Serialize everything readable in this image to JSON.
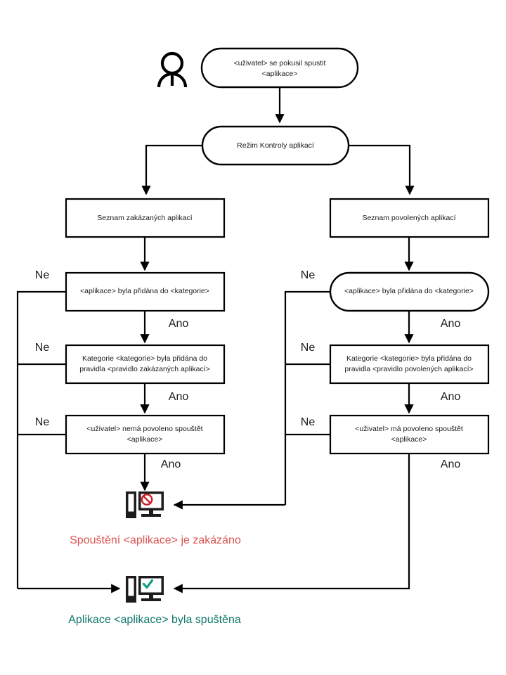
{
  "diagram": {
    "title": "Application Control decision flow",
    "language": "cs",
    "colors": {
      "stroke": "#000000",
      "blocked_text": "#d9534f",
      "allowed_text": "#11786b",
      "deny_badge": "#cc2026",
      "ok_badge": "#12a07f"
    },
    "actor": {
      "name": "user-actor-icon"
    },
    "nodes": {
      "start": "<uživatel> se pokusil spustit\n<aplikace>",
      "start_line1": "<uživatel> se pokusil spustit",
      "start_line2": "<aplikace>",
      "mode": "Režim Kontroly aplikací",
      "denylist": "Seznam zakázaných aplikací",
      "allowlist": "Seznam povolených aplikací",
      "left_q1": "<aplikace> byla přidána do <kategorie>",
      "left_q2_line1": "Kategorie <kategorie> byla přidána do",
      "left_q2_line2": "pravidla <pravidlo zakázaných aplikací>",
      "left_q3_line1": "<uživatel> nemá povoleno spouštět",
      "left_q3_line2": "<aplikace>",
      "right_q1": "<aplikace> byla přidána do <kategorie>",
      "right_q2_line1": "Kategorie <kategorie> byla přidána do",
      "right_q2_line2": "pravidla <pravidlo povolených aplikací>",
      "right_q3_line1": "<uživatel> má povoleno spouštět",
      "right_q3_line2": "<aplikace>"
    },
    "edge_labels": {
      "yes": "Ano",
      "no": "Ne"
    },
    "outcomes": {
      "blocked": "Spouštění <aplikace> je zakázáno",
      "allowed": "Aplikace <aplikace> byla spuštěna"
    },
    "icons": {
      "blocked": "computer-blocked-icon",
      "allowed": "computer-allowed-icon",
      "actor": "user-person-icon"
    }
  }
}
